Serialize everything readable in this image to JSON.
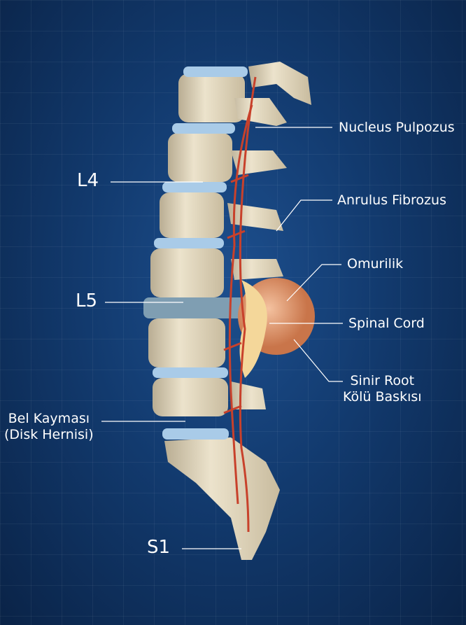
{
  "labels": {
    "nucleus": "Nucleus Pulpozus",
    "annulus": "Anrulus Fibrozus",
    "omurilik": "Omurilik",
    "spinal_cord": "Spinal Cord",
    "sinir_root_1": "Sinir Root",
    "sinir_root_2": "Kölü Baskısı",
    "bel_1": "Bel Kayması",
    "bel_2": "(Disk Hernisi)",
    "l4": "L4",
    "l5": "L5",
    "s1": "S1"
  },
  "colors": {
    "bone": "#e6dcc4",
    "disc": "#a9cbe8",
    "herniation": "#e59a6e",
    "nerve": "#c8412b",
    "cord": "#f4d79a"
  }
}
